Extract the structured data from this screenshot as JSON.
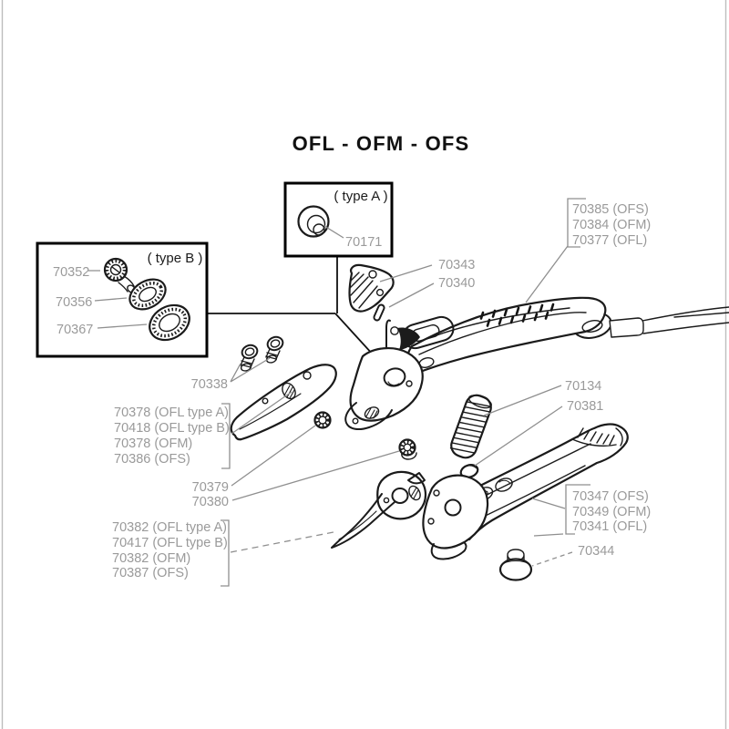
{
  "title": "OFL - OFM - OFS",
  "colors": {
    "background": "#ffffff",
    "line": "#1b1b1b",
    "label": "#9a9a9a",
    "leader": "#8f8f8f",
    "box_border": "#000000"
  },
  "inset_type_a": {
    "caption": "( type A )",
    "cam_nut": "70171"
  },
  "inset_type_b": {
    "caption": "( type B )",
    "bolt": "70352",
    "washer": "70356",
    "ring": "70367"
  },
  "callouts": {
    "thumb_catch": "70343",
    "pin": "70340",
    "upper_handle_variants": [
      "70385 (OFS)",
      "70384 (OFM)",
      "70377 (OFL)"
    ],
    "screws": "70338",
    "counter_blade_variants": [
      "70378 (OFL type A)",
      "70418 (OFL type B)",
      "70378 (OFM)",
      "70386 (OFS)"
    ],
    "front_nut": "70379",
    "center_nut": "70380",
    "spring": "70134",
    "spring_cap": "70381",
    "blade_variants": [
      "70382 (OFL type A)",
      "70417 (OFL type B)",
      "70382 (OFM)",
      "70387 (OFS)"
    ],
    "lower_handle_variants": [
      "70347 (OFS)",
      "70349 (OFM)",
      "70341 (OFL)"
    ],
    "end_button": "70344"
  }
}
